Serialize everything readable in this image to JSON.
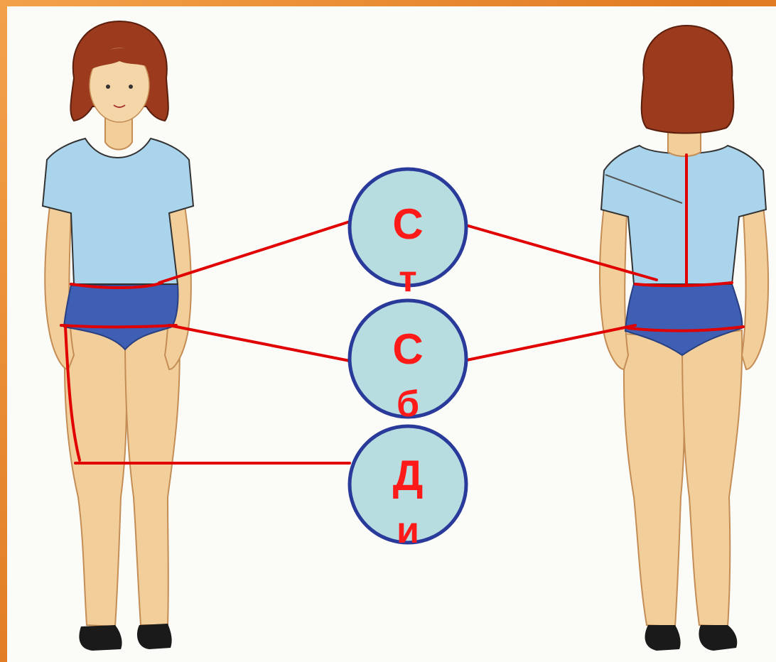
{
  "colors": {
    "frame": "#e98a2e",
    "background": "#fbfbf8",
    "skin": "#f2cf9a",
    "skin_shade": "#d9a86c",
    "hair": "#9b3a1c",
    "shirt": "#a9d4ec",
    "briefs": "#3f5fb4",
    "shoe": "#1a1a1a",
    "measure_line": "#e00000",
    "badge_fill": "#b7dde0",
    "badge_border": "#2a3a9a",
    "badge_text": "#ff1a1a"
  },
  "badges": [
    {
      "id": "waist",
      "line1": "С",
      "line2": "т"
    },
    {
      "id": "hip",
      "line1": "С",
      "line2": "б"
    },
    {
      "id": "length",
      "line1": "Д",
      "line2": "и"
    }
  ]
}
